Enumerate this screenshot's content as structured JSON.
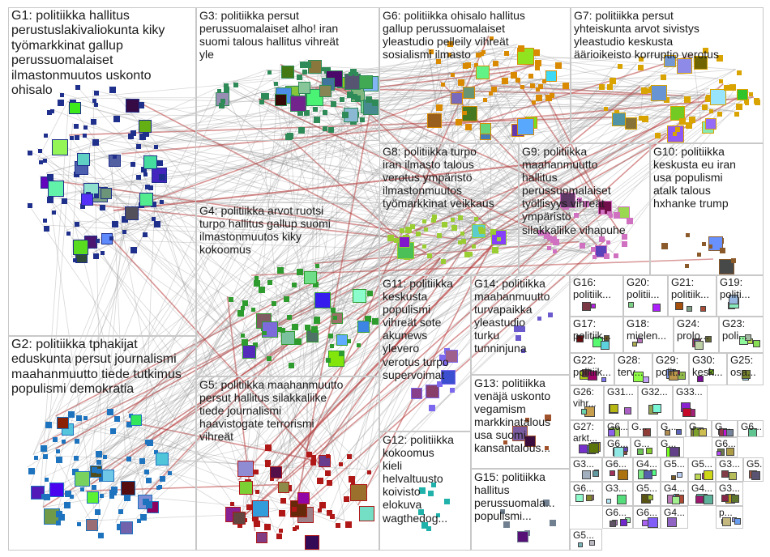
{
  "groups": [
    {
      "id": "G1",
      "label": "G1: politiikka hallitus\nperustuslakivaliokunta kiky\ntyömarkkinat gallup\nperussuomalaiset\nilmastonmuutos uskonto\nohisalo",
      "color": "#1f2f8c"
    },
    {
      "id": "G2",
      "label": "G2: politiikka tphakijat\neduskunta persut journalismi\nmaahanmuutto tiede tutkimus\npopulismi demokratia",
      "color": "#1e73be"
    },
    {
      "id": "G3",
      "label": "G3: politiikka persut\nperussuomalaiset alho! iran\nsuomi talous hallitus vihreät\nyle",
      "color": "#2e8b57"
    },
    {
      "id": "G4",
      "label": "G4: politiikka arvot ruotsi\nturpo hallitus gallup suomi\nilmastonmuutos kiky\nkokoomus",
      "color": "#2e9b2e"
    },
    {
      "id": "G5",
      "label": "G5: politiikka maahanmuutto\npersut hallitus silakkaliike\ntiede journalismi\nhaavistogate terrorismi\nvihreät",
      "color": "#b01818"
    },
    {
      "id": "G6",
      "label": "G6: politiikka ohisalo hallitus\ngallup perussuomalaiset\nyleastudio pelleily vihreät\nsosialismi ilmasto",
      "color": "#d98a00"
    },
    {
      "id": "G7",
      "label": "G7: politiikka persut\nyhteiskunta arvot sivistys\nyleastudio keskusta\näärioikeisto korruptio verotus",
      "color": "#d9a300"
    },
    {
      "id": "G8",
      "label": "G8: politiikka turpo\niran ilmasto talous\nverotus ympäristö\nilmastonmuutos\ntyömarkkinat veikkaus",
      "color": "#9acd32"
    },
    {
      "id": "G9",
      "label": "G9: politiikka\nmaahanmuutto\nhallitus\nperussuomalaiset\ntyöllisyys vihreät\nympäristö\nsilakkaliike vihapuhe",
      "color": "#d070c0"
    },
    {
      "id": "G10",
      "label": "G10: politiikka\nkeskusta eu iran\nusa populismi\natalk talous\nhxhanke trump",
      "color": "#8b5a2b"
    },
    {
      "id": "G11",
      "label": "G11: politiikka\nkeskusta\npopulismi\nvihreät sote\nakunews\nylevero\nverotus turpo\nsupervoimat",
      "color": "#7b68ee"
    },
    {
      "id": "G12",
      "label": "G12: politiikka\nkokoomus\nkieli\nhelvaltuusto\nkoivisto\nelokuva\nwagthedog...",
      "color": "#20b2aa"
    },
    {
      "id": "G13",
      "label": "G13: politiikka\nvenäjä uskonto\nvegamism\nmarkkinatalous\nusa suomi\nkansantalous...",
      "color": "#a0522d"
    },
    {
      "id": "G14",
      "label": "G14: politiikka\nmaahanmuutto\nturvapaikka\nyleastudio\nturku\ntunninjuna",
      "color": "#6a5acd"
    },
    {
      "id": "G15",
      "label": "G15: politiikka\nhallitus\nperussuomala...\npopulismi...",
      "color": "#708090"
    },
    {
      "id": "G16",
      "label": "G16:\npolitiik...",
      "color": "#888888"
    },
    {
      "id": "G17",
      "label": "G17:\npolitiik...",
      "color": "#888888"
    },
    {
      "id": "G18",
      "label": "G18:\nmielen...",
      "color": "#888888"
    },
    {
      "id": "G19",
      "label": "G19:\npoliti...",
      "color": "#888888"
    },
    {
      "id": "G20",
      "label": "G20:\npolitii...",
      "color": "#888888"
    },
    {
      "id": "G21",
      "label": "G21:\npolitiik...",
      "color": "#888888"
    },
    {
      "id": "G22",
      "label": "G22:\npolitiik...",
      "color": "#888888"
    },
    {
      "id": "G23",
      "label": "G23:\npoli...",
      "color": "#888888"
    },
    {
      "id": "G24",
      "label": "G24:\nprolo...",
      "color": "#888888"
    },
    {
      "id": "G25",
      "label": "G25:\nosa...",
      "color": "#888888"
    },
    {
      "id": "G26",
      "label": "G26:\nvihr...",
      "color": "#888888"
    },
    {
      "id": "G27",
      "label": "G27:\narkt...",
      "color": "#888888"
    },
    {
      "id": "G28",
      "label": "G28:\nterv...",
      "color": "#888888"
    },
    {
      "id": "G29",
      "label": "G29:\npolit...",
      "color": "#888888"
    },
    {
      "id": "G30",
      "label": "G30:\nkesk...",
      "color": "#888888"
    },
    {
      "id": "G31",
      "label": "G31...",
      "color": "#888888"
    },
    {
      "id": "G32",
      "label": "G32...",
      "color": "#888888"
    },
    {
      "id": "G33",
      "label": "G33...",
      "color": "#888888"
    },
    {
      "id": "s1",
      "label": "G6...",
      "color": "#888888"
    },
    {
      "id": "s2",
      "label": "G...",
      "color": "#888888"
    },
    {
      "id": "s3",
      "label": "G...",
      "color": "#888888"
    },
    {
      "id": "s4",
      "label": "G...",
      "color": "#888888"
    },
    {
      "id": "s5",
      "label": "G...",
      "color": "#888888"
    },
    {
      "id": "s6",
      "label": "G6...",
      "color": "#888888"
    },
    {
      "id": "s7",
      "label": "G6...",
      "color": "#888888"
    },
    {
      "id": "s8",
      "label": "G6...",
      "color": "#888888"
    },
    {
      "id": "s9",
      "label": "G...",
      "color": "#888888"
    },
    {
      "id": "s10",
      "label": "G...",
      "color": "#888888"
    },
    {
      "id": "s11",
      "label": "G3...",
      "color": "#888888"
    },
    {
      "id": "s12",
      "label": "G6...",
      "color": "#888888"
    },
    {
      "id": "s13",
      "label": "G4...",
      "color": "#888888"
    },
    {
      "id": "s14",
      "label": "G5...",
      "color": "#888888"
    },
    {
      "id": "s15",
      "label": "G5...",
      "color": "#888888"
    },
    {
      "id": "s16",
      "label": "G3...",
      "color": "#888888"
    },
    {
      "id": "s17",
      "label": "G5...",
      "color": "#888888"
    },
    {
      "id": "s18",
      "label": "G6...",
      "color": "#888888"
    },
    {
      "id": "s19",
      "label": "G3...",
      "color": "#888888"
    },
    {
      "id": "s20",
      "label": "G5...",
      "color": "#888888"
    },
    {
      "id": "s21",
      "label": "G4...",
      "color": "#888888"
    },
    {
      "id": "s22",
      "label": "G4...",
      "color": "#888888"
    },
    {
      "id": "s23",
      "label": "G3...",
      "color": "#888888"
    },
    {
      "id": "s24",
      "label": "G5...",
      "color": "#888888"
    },
    {
      "id": "s25",
      "label": "G6...",
      "color": "#888888"
    },
    {
      "id": "s26",
      "label": "G6...",
      "color": "#888888"
    },
    {
      "id": "s27",
      "label": "G4...",
      "color": "#888888"
    },
    {
      "id": "s28",
      "label": "p...",
      "color": "#888888"
    }
  ],
  "colors": {
    "edge_gray": "#8c8c8c",
    "edge_red": "#b83a3a",
    "group_border": "#c8c8c8",
    "background": "#ffffff"
  }
}
